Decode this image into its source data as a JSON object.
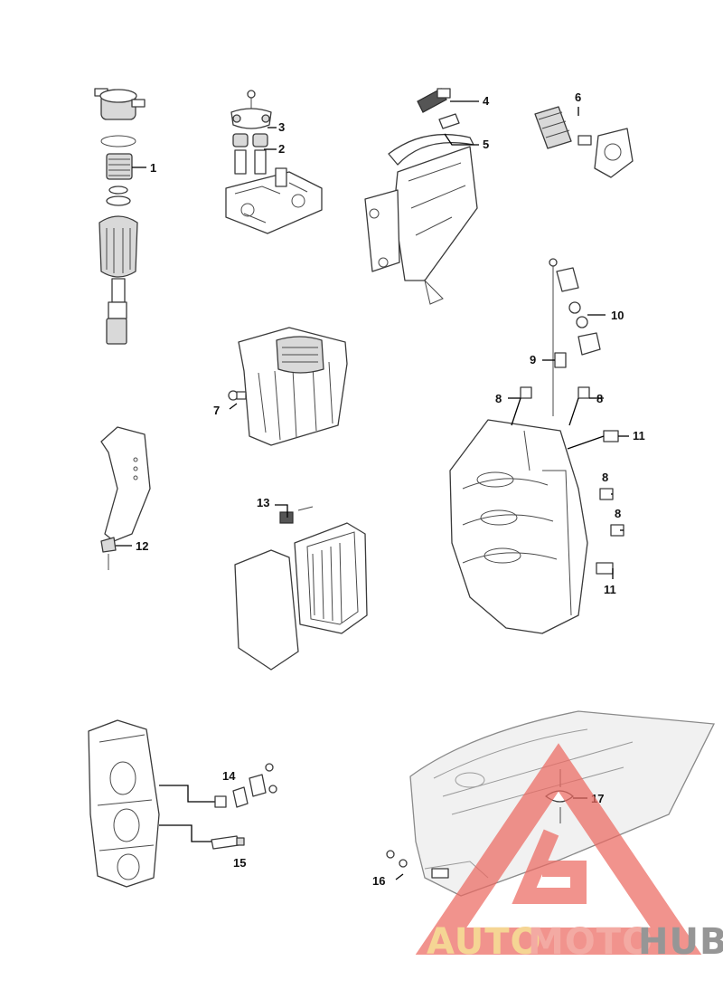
{
  "callouts": {
    "c1": "1",
    "c2": "2",
    "c3": "3",
    "c4": "4",
    "c5": "5",
    "c6": "6",
    "c7": "7",
    "c8a": "8",
    "c8b": "8",
    "c8c": "8",
    "c8d": "8",
    "c9": "9",
    "c10": "10",
    "c11a": "11",
    "c11b": "11",
    "c12": "12",
    "c13": "13",
    "c14": "14",
    "c15": "15",
    "c16": "16",
    "c17": "17"
  },
  "watermark": {
    "auto": "AUTO",
    "moto": "MOTO",
    "hub": "HUB",
    "colors": {
      "auto": "#f2c56b",
      "moto": "#ef8a80",
      "hub": "#6f6f6f",
      "triangle": "#ec6a62"
    }
  }
}
